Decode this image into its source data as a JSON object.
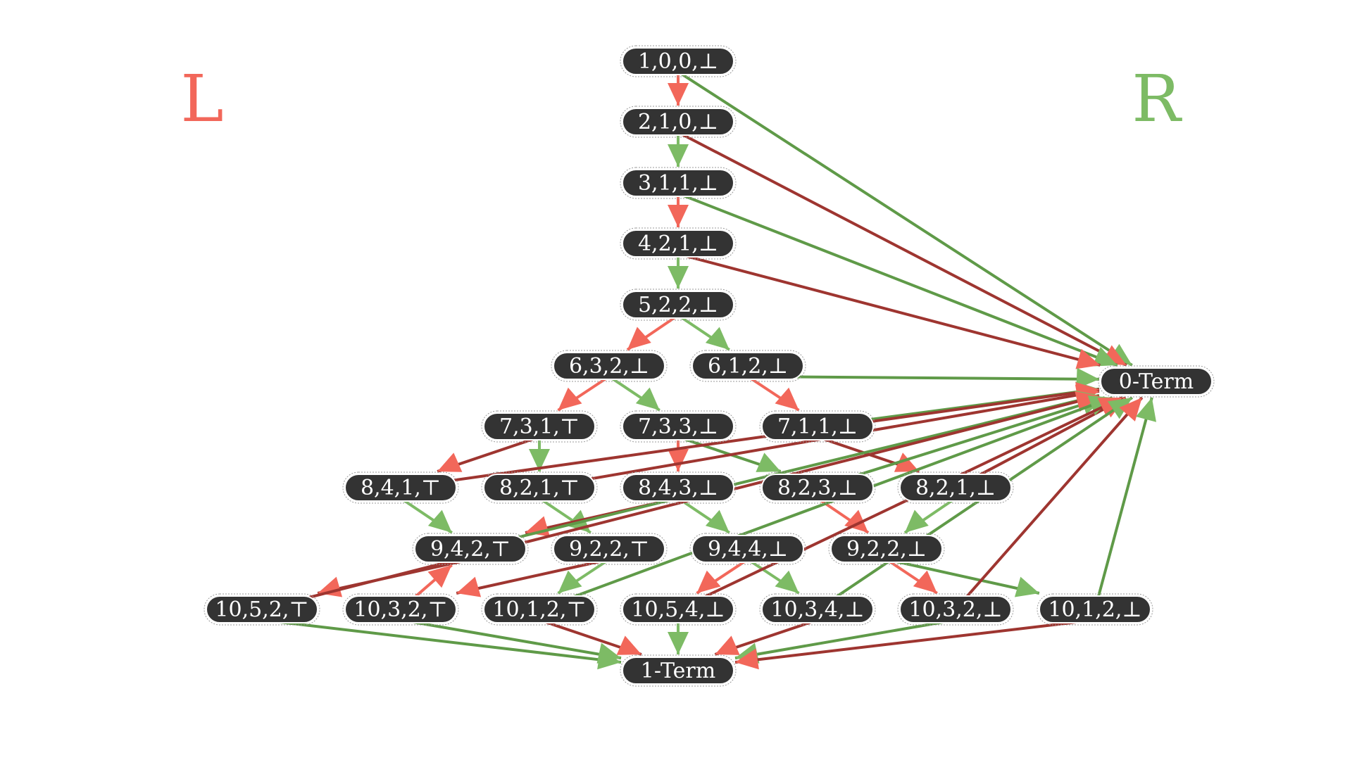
{
  "labels": {
    "left": "L",
    "right": "R"
  },
  "colors": {
    "left_label": "#f2675a",
    "right_label": "#7dbb65",
    "left_arrow": "#f2675a",
    "left_line_dark": "#9e3530",
    "right_arrow": "#7dbb65",
    "right_line_dark": "#5f9a48",
    "node_fill": "#333333",
    "node_text": "#ffffff"
  },
  "nodes": [
    {
      "id": "n1",
      "label": "1,0,0,⊥"
    },
    {
      "id": "n2",
      "label": "2,1,0,⊥"
    },
    {
      "id": "n3",
      "label": "3,1,1,⊥"
    },
    {
      "id": "n4",
      "label": "4,2,1,⊥"
    },
    {
      "id": "n5",
      "label": "5,2,2,⊥"
    },
    {
      "id": "n6a",
      "label": "6,3,2,⊥"
    },
    {
      "id": "n6b",
      "label": "6,1,2,⊥"
    },
    {
      "id": "n7a",
      "label": "7,3,1,⊤"
    },
    {
      "id": "n7b",
      "label": "7,3,3,⊥"
    },
    {
      "id": "n7c",
      "label": "7,1,1,⊥"
    },
    {
      "id": "n8a",
      "label": "8,4,1,⊤"
    },
    {
      "id": "n8b",
      "label": "8,2,1,⊤"
    },
    {
      "id": "n8c",
      "label": "8,4,3,⊥"
    },
    {
      "id": "n8d",
      "label": "8,2,3,⊥"
    },
    {
      "id": "n8e",
      "label": "8,2,1,⊥"
    },
    {
      "id": "n9a",
      "label": "9,4,2,⊤"
    },
    {
      "id": "n9b",
      "label": "9,2,2,⊤"
    },
    {
      "id": "n9c",
      "label": "9,4,4,⊥"
    },
    {
      "id": "n9d",
      "label": "9,2,2,⊥"
    },
    {
      "id": "n10a",
      "label": "10,5,2,⊤"
    },
    {
      "id": "n10b",
      "label": "10,3,2,⊤"
    },
    {
      "id": "n10c",
      "label": "10,1,2,⊤"
    },
    {
      "id": "n10d",
      "label": "10,5,4,⊥"
    },
    {
      "id": "n10e",
      "label": "10,3,4,⊥"
    },
    {
      "id": "n10f",
      "label": "10,3,2,⊥"
    },
    {
      "id": "n10g",
      "label": "10,1,2,⊥"
    },
    {
      "id": "zero",
      "label": "0-Term"
    },
    {
      "id": "one",
      "label": "1-Term"
    }
  ],
  "edges": [
    {
      "from": "n1",
      "to": "n2",
      "side": "L"
    },
    {
      "from": "n1",
      "to": "zero",
      "side": "R"
    },
    {
      "from": "n2",
      "to": "zero",
      "side": "L"
    },
    {
      "from": "n2",
      "to": "n3",
      "side": "R"
    },
    {
      "from": "n3",
      "to": "n4",
      "side": "L"
    },
    {
      "from": "n3",
      "to": "zero",
      "side": "R"
    },
    {
      "from": "n4",
      "to": "zero",
      "side": "L"
    },
    {
      "from": "n4",
      "to": "n5",
      "side": "R"
    },
    {
      "from": "n5",
      "to": "n6a",
      "side": "L"
    },
    {
      "from": "n5",
      "to": "n6b",
      "side": "R"
    },
    {
      "from": "n6a",
      "to": "n7a",
      "side": "L"
    },
    {
      "from": "n6a",
      "to": "n7b",
      "side": "R"
    },
    {
      "from": "n6b",
      "to": "n7c",
      "side": "L"
    },
    {
      "from": "n6b",
      "to": "zero",
      "side": "R"
    },
    {
      "from": "n7a",
      "to": "n8a",
      "side": "L"
    },
    {
      "from": "n7a",
      "to": "n8b",
      "side": "R"
    },
    {
      "from": "n7b",
      "to": "n8c",
      "side": "L"
    },
    {
      "from": "n7b",
      "to": "n8d",
      "side": "R"
    },
    {
      "from": "n7c",
      "to": "n8e",
      "side": "L"
    },
    {
      "from": "n7c",
      "to": "zero",
      "side": "R"
    },
    {
      "from": "n8a",
      "to": "zero",
      "side": "L"
    },
    {
      "from": "n8a",
      "to": "n9a",
      "side": "R"
    },
    {
      "from": "n8b",
      "to": "zero",
      "side": "L"
    },
    {
      "from": "n8b",
      "to": "n9b",
      "side": "R"
    },
    {
      "from": "n8c",
      "to": "n9a",
      "side": "L"
    },
    {
      "from": "n8c",
      "to": "n9c",
      "side": "R"
    },
    {
      "from": "n8d",
      "to": "n9d",
      "side": "L"
    },
    {
      "from": "n8d",
      "to": "zero",
      "side": "R"
    },
    {
      "from": "n8e",
      "to": "zero",
      "side": "L"
    },
    {
      "from": "n8e",
      "to": "n9d",
      "side": "R"
    },
    {
      "from": "n9a",
      "to": "n10a",
      "side": "L"
    },
    {
      "from": "n9a",
      "to": "zero",
      "side": "R"
    },
    {
      "from": "n9b",
      "to": "n10b",
      "side": "L"
    },
    {
      "from": "n9b",
      "to": "n10c",
      "side": "R"
    },
    {
      "from": "n9c",
      "to": "n10d",
      "side": "L"
    },
    {
      "from": "n9c",
      "to": "n10e",
      "side": "R"
    },
    {
      "from": "n9d",
      "to": "n10f",
      "side": "L"
    },
    {
      "from": "n9d",
      "to": "n10g",
      "side": "R"
    },
    {
      "from": "n10a",
      "to": "zero",
      "side": "L"
    },
    {
      "from": "n10a",
      "to": "one",
      "side": "R"
    },
    {
      "from": "n10b",
      "to": "n9a",
      "side": "L"
    },
    {
      "from": "n10b",
      "to": "one",
      "side": "R"
    },
    {
      "from": "n10c",
      "to": "one",
      "side": "L"
    },
    {
      "from": "n10c",
      "to": "zero",
      "side": "R"
    },
    {
      "from": "n10d",
      "to": "zero",
      "side": "L"
    },
    {
      "from": "n10d",
      "to": "one",
      "side": "R"
    },
    {
      "from": "n10e",
      "to": "one",
      "side": "L"
    },
    {
      "from": "n10e",
      "to": "zero",
      "side": "R"
    },
    {
      "from": "n10f",
      "to": "zero",
      "side": "L"
    },
    {
      "from": "n10f",
      "to": "one",
      "side": "R"
    },
    {
      "from": "n10g",
      "to": "one",
      "side": "L"
    },
    {
      "from": "n10g",
      "to": "zero",
      "side": "R"
    }
  ]
}
